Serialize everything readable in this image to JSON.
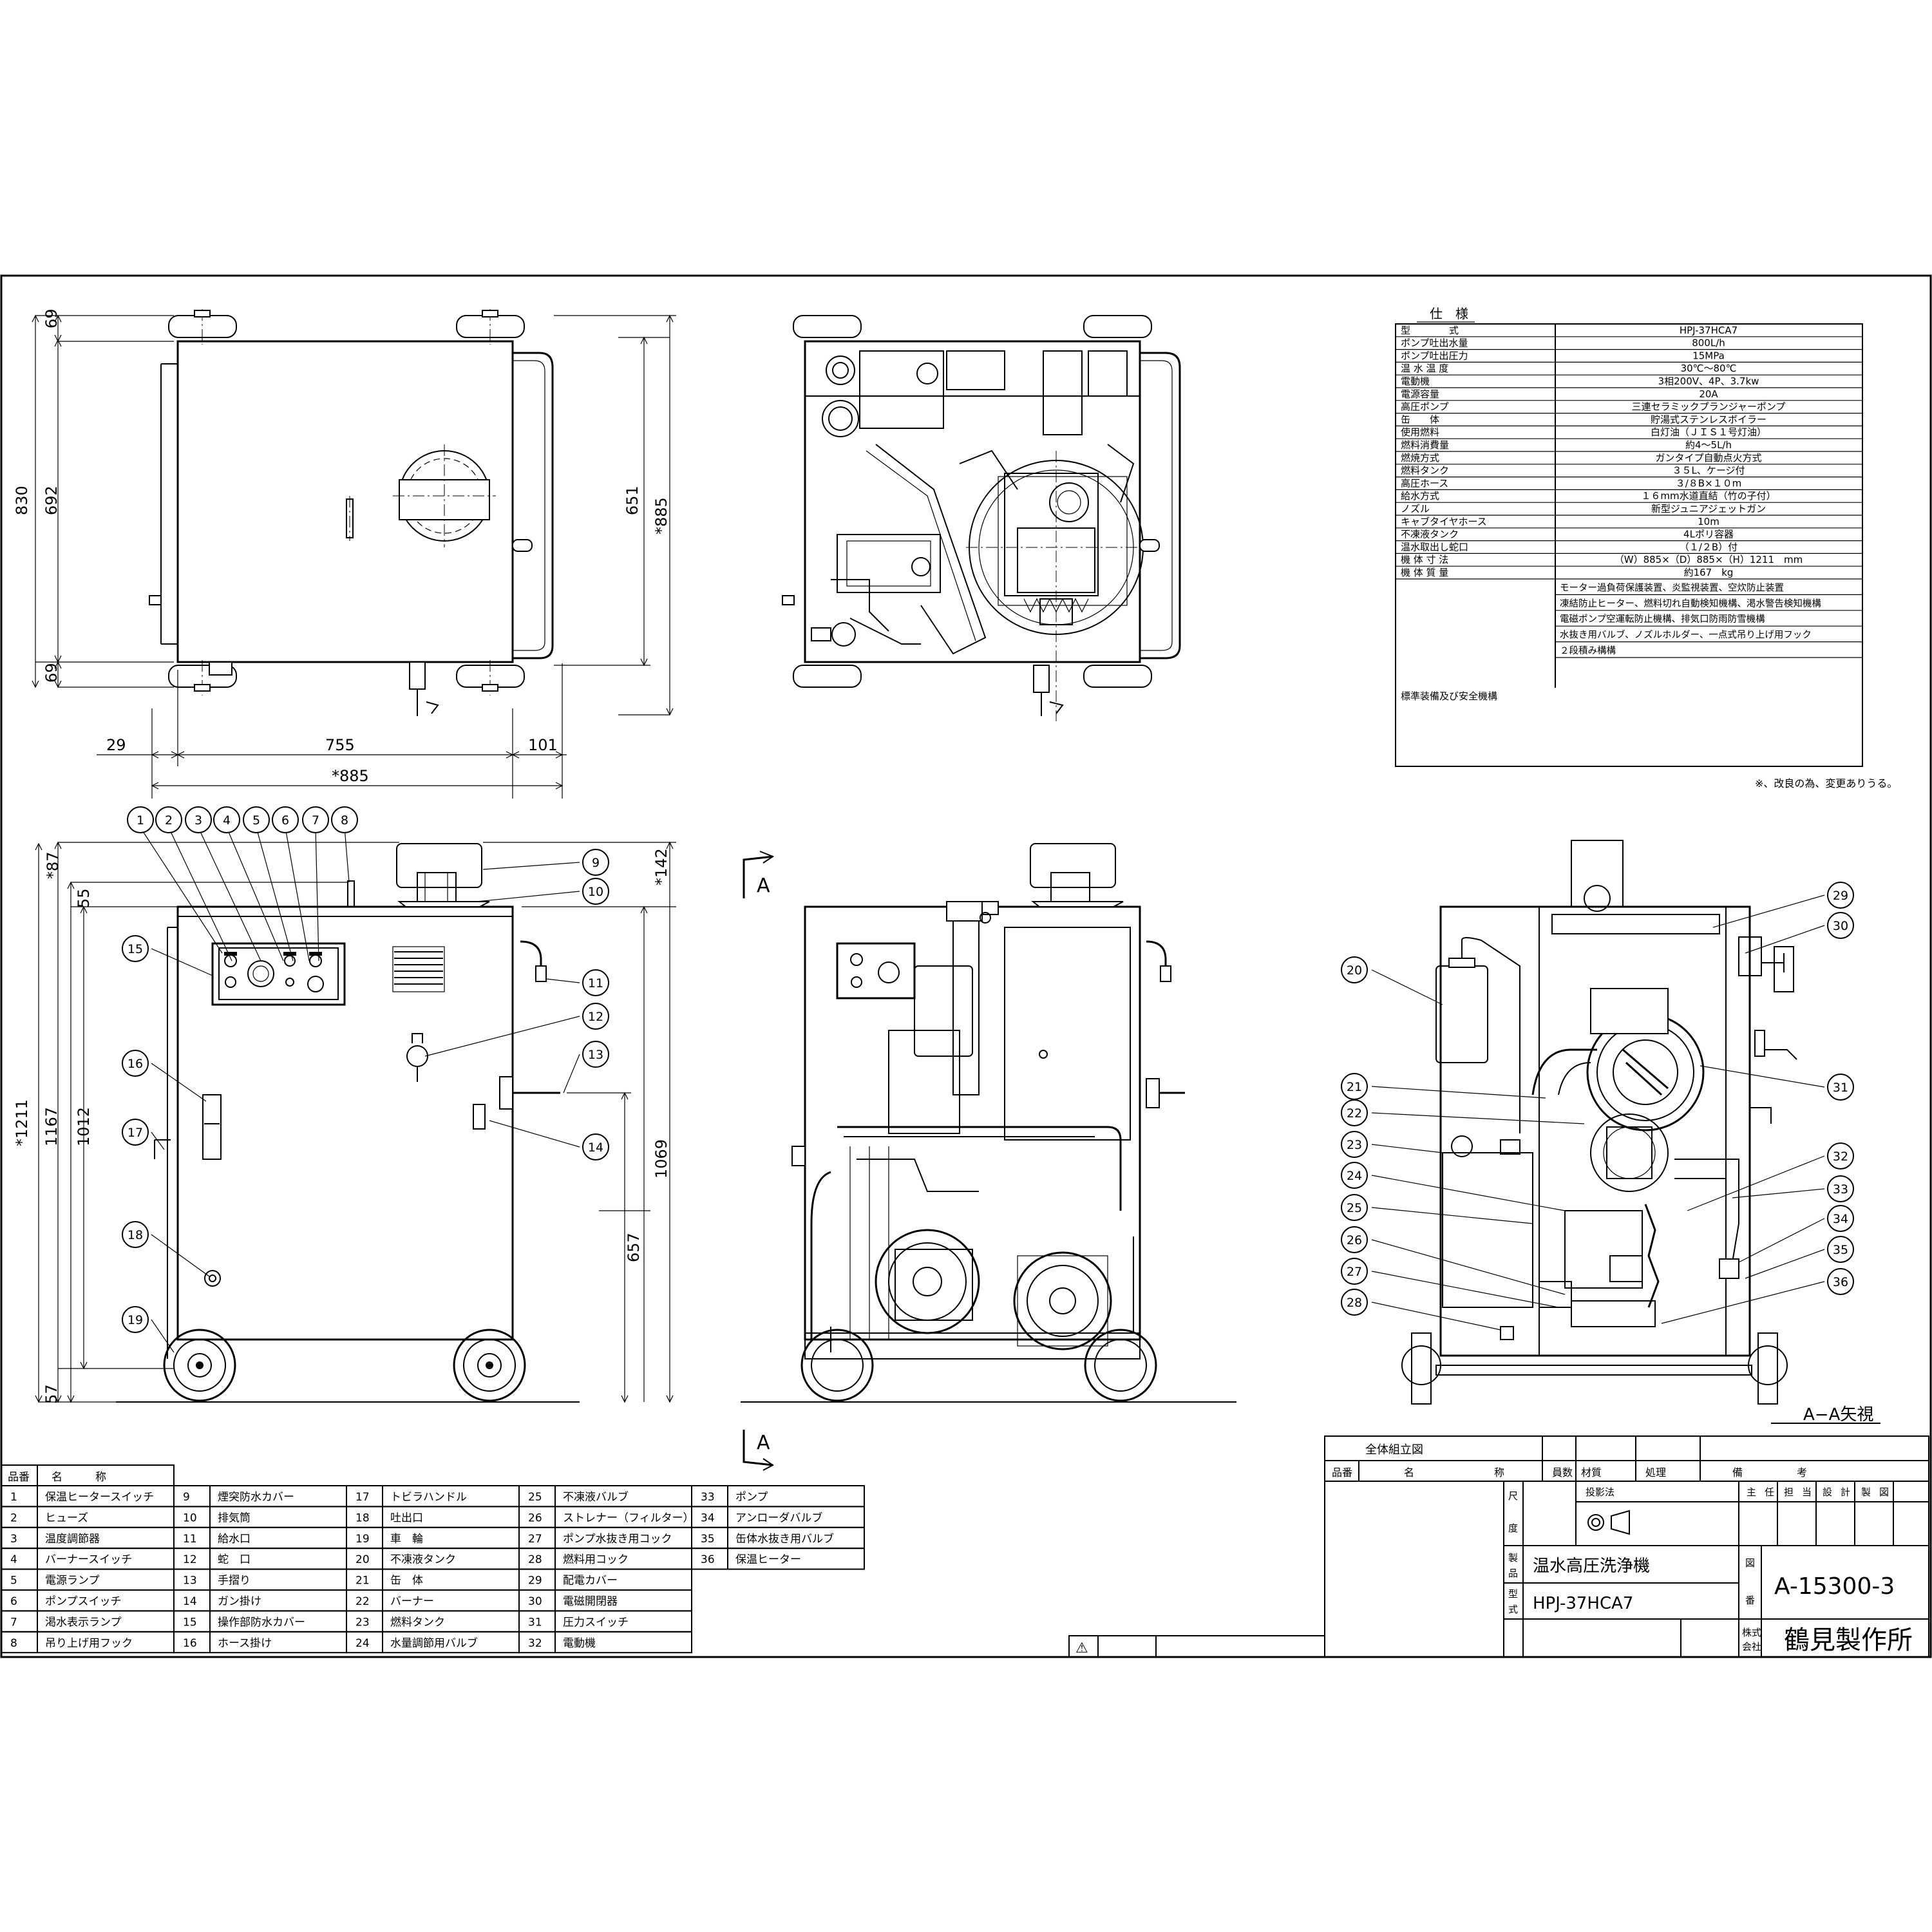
{
  "dimensions": {
    "top_left": [
      "69",
      "830",
      "692",
      "69",
      "651",
      "*885",
      "29",
      "755",
      "101",
      "*885"
    ],
    "front": [
      "*87",
      "55",
      "*142",
      "*1211",
      "1167",
      "1012",
      "1069",
      "657",
      "57"
    ]
  },
  "section": {
    "mark_top": "A",
    "mark_bottom": "A",
    "view_label": "A−A矢視"
  },
  "balloons": [
    "1",
    "2",
    "3",
    "4",
    "5",
    "6",
    "7",
    "8",
    "9",
    "10",
    "11",
    "12",
    "13",
    "14",
    "15",
    "16",
    "17",
    "18",
    "19",
    "20",
    "21",
    "22",
    "23",
    "24",
    "25",
    "26",
    "27",
    "28",
    "29",
    "30",
    "31",
    "32",
    "33",
    "34",
    "35",
    "36"
  ],
  "spec": {
    "title": "仕　様",
    "rows": [
      [
        "型　　　　式",
        "HPJ-37HCA7"
      ],
      [
        "ポンプ吐出水量",
        "800L/h"
      ],
      [
        "ポンプ吐出圧力",
        "15MPa"
      ],
      [
        "温 水 温 度",
        "30℃〜80℃"
      ],
      [
        "電動機",
        "3相200V、4P、3.7kw"
      ],
      [
        "電源容量",
        "20A"
      ],
      [
        "高圧ポンプ",
        "三連セラミックプランジャーポンプ"
      ],
      [
        "缶　　体",
        "貯湯式ステンレスボイラー"
      ],
      [
        "使用燃料",
        "白灯油（ＪＩＳ１号灯油）"
      ],
      [
        "燃料消費量",
        "約4〜5L/h"
      ],
      [
        "燃焼方式",
        "ガンタイプ自動点火方式"
      ],
      [
        "燃料タンク",
        "３５L、ケージ付"
      ],
      [
        "高圧ホース",
        "３/８B×１０m"
      ],
      [
        "給水方式",
        "１６mm水道直結（竹の子付）"
      ],
      [
        "ノズル",
        "新型ジュニアジェットガン"
      ],
      [
        "キャブタイヤホース",
        "10m"
      ],
      [
        "不凍液タンク",
        "4Lポリ容器"
      ],
      [
        "温水取出し蛇口",
        "（１/２B）付"
      ],
      [
        "機 体 寸 法",
        "（W）885×（D）885×（H）1211　mm"
      ],
      [
        "機 体 質 量",
        "約167　kg"
      ]
    ],
    "safety_label": "標準装備及び安全機構",
    "safety_lines": [
      "モーター過負荷保護装置、炎監視装置、空炊防止装置",
      "凍結防止ヒーター、燃料切れ自動検知機構、渇水警告検知機構",
      "電磁ポンプ空運転防止機構、排気口防雨防雪機構",
      "水抜き用バルブ、ノズルホルダー、一点式吊り上げ用フック",
      "２段積み構構"
    ],
    "note": "※、改良の為、変更ありうる。"
  },
  "parts": {
    "header_no": "品番",
    "header_name": "名　　　称",
    "items": [
      [
        "1",
        "保温ヒータースイッチ"
      ],
      [
        "2",
        "ヒューズ"
      ],
      [
        "3",
        "温度調節器"
      ],
      [
        "4",
        "バーナースイッチ"
      ],
      [
        "5",
        "電源ランプ"
      ],
      [
        "6",
        "ポンプスイッチ"
      ],
      [
        "7",
        "渇水表示ランプ"
      ],
      [
        "8",
        "吊り上げ用フック"
      ],
      [
        "9",
        "煙突防水カバー"
      ],
      [
        "10",
        "排気筒"
      ],
      [
        "11",
        "給水口"
      ],
      [
        "12",
        "蛇　口"
      ],
      [
        "13",
        "手摺り"
      ],
      [
        "14",
        "ガン掛け"
      ],
      [
        "15",
        "操作部防水カバー"
      ],
      [
        "16",
        "ホース掛け"
      ],
      [
        "17",
        "トビラハンドル"
      ],
      [
        "18",
        "吐出口"
      ],
      [
        "19",
        "車　輪"
      ],
      [
        "20",
        "不凍液タンク"
      ],
      [
        "21",
        "缶　体"
      ],
      [
        "22",
        "バーナー"
      ],
      [
        "23",
        "燃料タンク"
      ],
      [
        "24",
        "水量調節用バルブ"
      ],
      [
        "25",
        "不凍液バルブ"
      ],
      [
        "26",
        "ストレナー（フィルター）"
      ],
      [
        "27",
        "ポンプ水抜き用コック"
      ],
      [
        "28",
        "燃料用コック"
      ],
      [
        "29",
        "配電カバー"
      ],
      [
        "30",
        "電磁開閉器"
      ],
      [
        "31",
        "圧力スイッチ"
      ],
      [
        "32",
        "電動機"
      ],
      [
        "33",
        "ポンプ"
      ],
      [
        "34",
        "アンローダバルブ"
      ],
      [
        "35",
        "缶体水抜き用バルブ"
      ],
      [
        "36",
        "保温ヒーター"
      ]
    ]
  },
  "title_block": {
    "drawing_name": "全体組立図",
    "headers": [
      "品番",
      "名",
      "称",
      "員数",
      "材質",
      "処理",
      "備",
      "考"
    ],
    "role_headers": [
      "主",
      "任",
      "担",
      "当",
      "設",
      "計",
      "製",
      "図"
    ],
    "scale_label": [
      "尺",
      "度"
    ],
    "projection_label": "投影法",
    "product_label": [
      "製",
      "品"
    ],
    "model_label": [
      "型",
      "式"
    ],
    "drawing_no_label": [
      "図",
      "番"
    ],
    "product_name": "温水高圧洗浄機",
    "model": "HPJ-37HCA7",
    "drawing_no": "A-15300-3",
    "company_prefix": [
      "株式",
      "会社"
    ],
    "company": "鶴見製作所",
    "warning_symbol": "⚠"
  }
}
